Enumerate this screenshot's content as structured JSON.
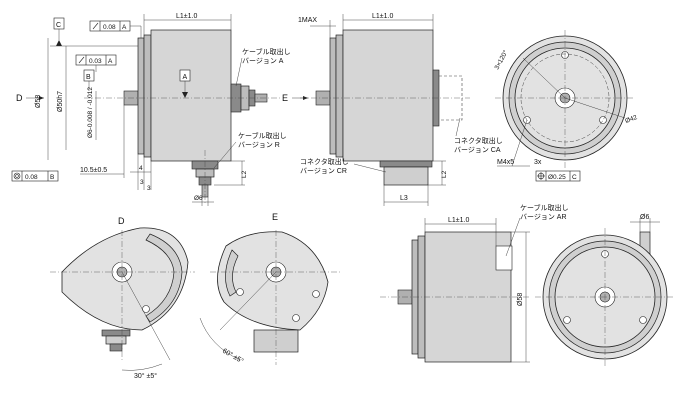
{
  "labels": {
    "datum_c": "C",
    "datum_a": "A",
    "datum_b": "B",
    "runout_top": "0.08",
    "runout_mid": "0.03",
    "l1_tol": "L1±1.0",
    "l1_tol_b": "L1±1.0",
    "l1_tol_c": "L1±1.0",
    "one_max": "1MAX",
    "d_left": "D",
    "e_arrow": "E",
    "dia_58": "Ø58",
    "dia_50h7": "Ø50h7",
    "dia_6": "Ø6",
    "dia_6_tol": "Ø6-0.008 / -0.012",
    "dia_6_right": "Ø6",
    "dia_6_bottom": "Ø6",
    "dim_10_5": "10.5±0.5",
    "dim_4": "4",
    "dim_3": "3",
    "dim_3b": "3",
    "dim_l2": "L2",
    "dim_l2b": "L2",
    "dim_l3": "L3",
    "flatness": "0.08",
    "flatness_ref": "B",
    "cable_a": [
      "ケーブル取出し",
      "バージョン A"
    ],
    "cable_r": [
      "ケーブル取出し",
      "バージョン R"
    ],
    "conn_cr": [
      "コネクタ取出し",
      "バージョン CR"
    ],
    "conn_ca": [
      "コネクタ取出し",
      "バージョン CA"
    ],
    "cable_ar": [
      "ケーブル取出し",
      "バージョン AR"
    ],
    "bolt_circle": "Ø42",
    "angle_30": "3×120°",
    "m4x5": "M4x5",
    "three_x": "3x",
    "position_tol": "Ø0.25",
    "position_ref": "C",
    "view_d": "D",
    "view_e": "E",
    "angle_30_pm": "30° ±5°",
    "angle_60_pm": "60° ±5°",
    "dia_58_b": "Ø58"
  }
}
